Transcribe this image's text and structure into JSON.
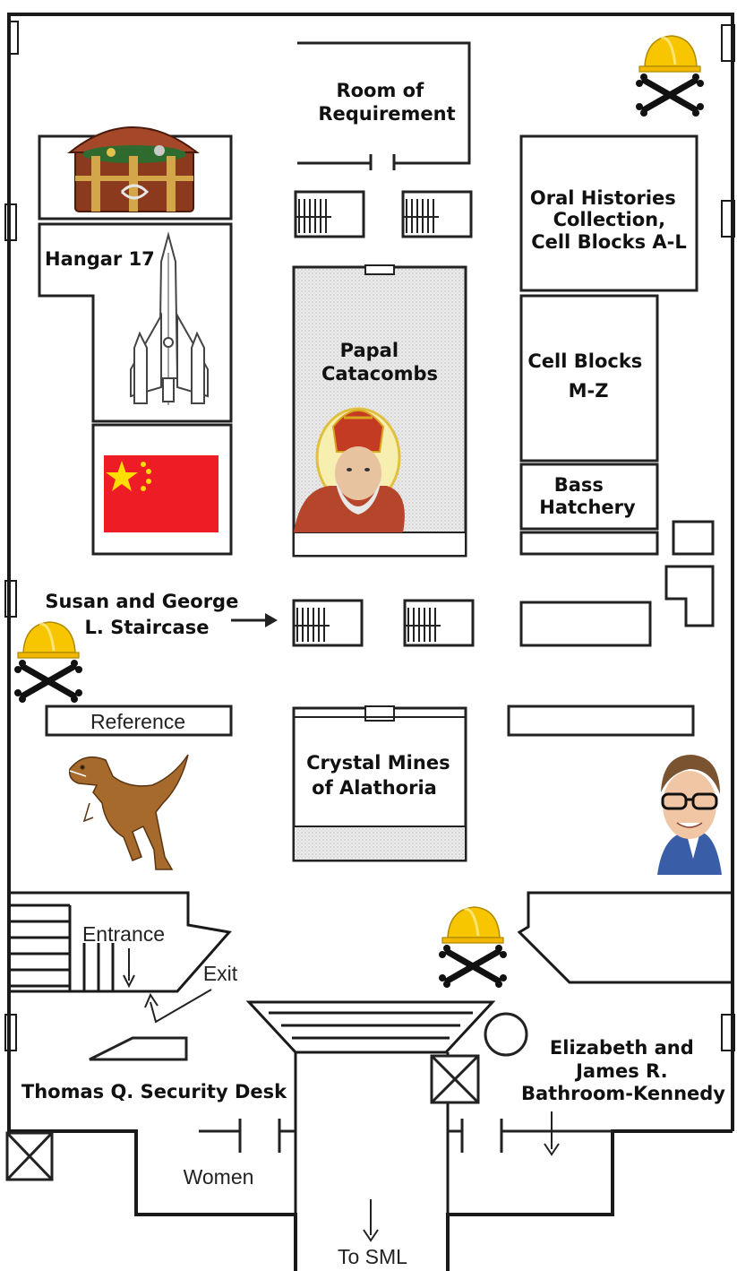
{
  "rooms": {
    "room_of_requirement": [
      "Room of",
      "Requirement"
    ],
    "oral_histories": [
      "Oral Histories",
      "Collection,",
      "Cell Blocks A-L"
    ],
    "hangar": "Hangar 17",
    "papal_catacombs": [
      "Papal",
      "Catacombs"
    ],
    "cell_blocks_mz": [
      "Cell Blocks",
      "M-Z"
    ],
    "bass_hatchery": [
      "Bass",
      "Hatchery"
    ],
    "staircase": [
      "Susan and George",
      "L. Staircase"
    ],
    "reference": "Reference",
    "crystal_mines": [
      "Crystal Mines",
      "of Alathoria"
    ],
    "entrance": "Entrance",
    "exit": "Exit",
    "security_desk": "Thomas Q. Security Desk",
    "bathroom": [
      "Elizabeth and",
      "James R.",
      "Bathroom-Kennedy"
    ],
    "women": "Women",
    "to_sml": "To SML"
  },
  "icons": {
    "treasure_chest": "treasure-chest-icon",
    "spaceship": "spaceship-icon",
    "china_flag": "china-flag-icon",
    "saint": "saint-icon",
    "hazard_top_right": "hardhat-crossbones-icon",
    "hazard_left": "hardhat-crossbones-icon",
    "hazard_bottom": "hardhat-crossbones-icon",
    "dinosaur": "velociraptor-icon",
    "portrait": "student-portrait-icon"
  },
  "colors": {
    "flag_red": "#ee1c25",
    "flag_star": "#ffde00",
    "hardhat": "#f7c600",
    "chest": "#8b3a1e",
    "catacomb_shade": "#e2e2e2",
    "saint_robe": "#b5452b"
  }
}
